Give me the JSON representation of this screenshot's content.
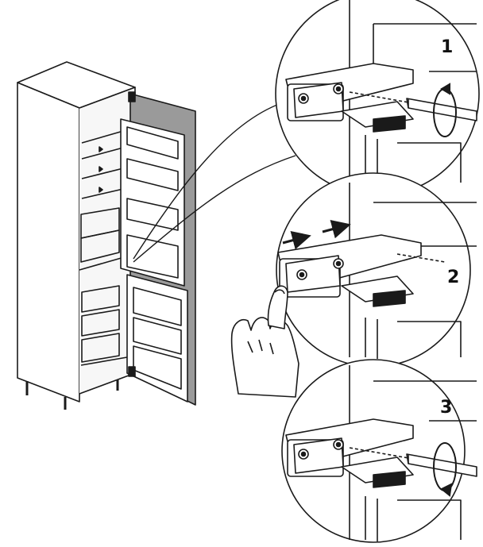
{
  "figure": {
    "steps": [
      {
        "number": "1",
        "rotation": "counter-clockwise"
      },
      {
        "number": "2",
        "motion": "slide"
      },
      {
        "number": "3",
        "rotation": "clockwise"
      }
    ],
    "colors": {
      "line": "#1a1a1a",
      "door_panel": "#9a9a9a",
      "background": "#ffffff"
    }
  }
}
